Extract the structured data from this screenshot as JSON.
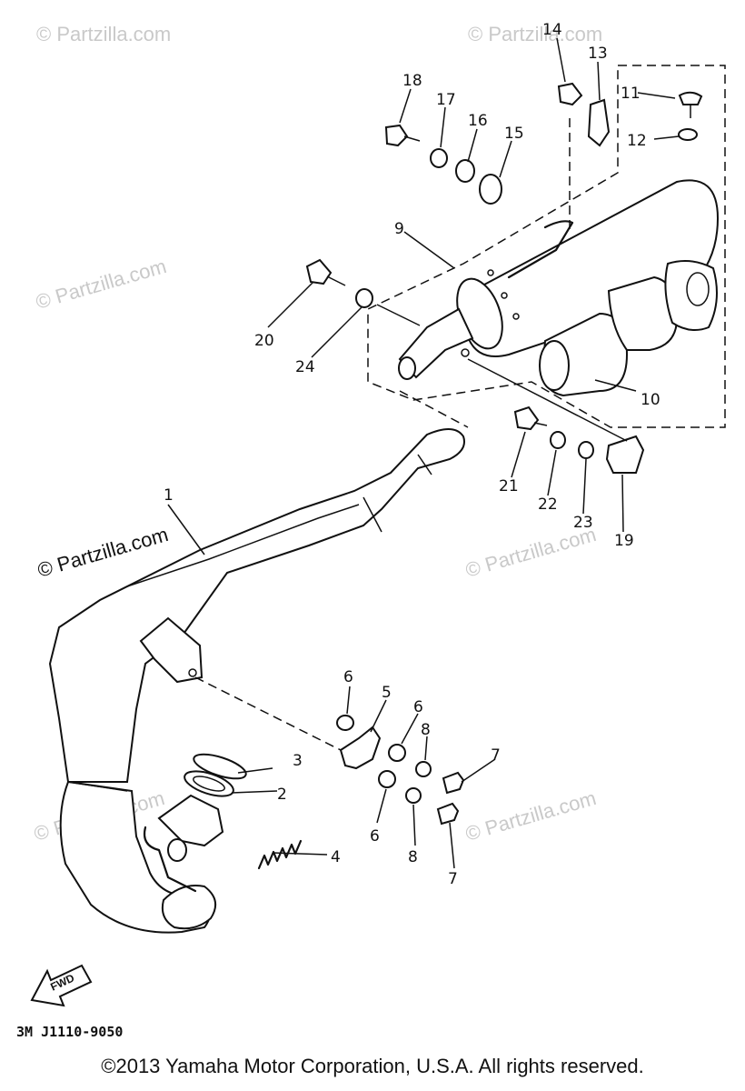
{
  "watermark": {
    "text": "© Partzilla.com"
  },
  "drawing_code": "3M J1110-9050",
  "fwd_label": "FWD",
  "copyright": "©2013 Yamaha Motor Corporation, U.S.A. All rights reserved.",
  "callouts": {
    "p1": "1",
    "p2": "2",
    "p3": "3",
    "p4": "4",
    "p5": "5",
    "p6a": "6",
    "p6b": "6",
    "p6c": "6",
    "p7a": "7",
    "p7b": "7",
    "p8a": "8",
    "p8b": "8",
    "p9": "9",
    "p10": "10",
    "p11": "11",
    "p12": "12",
    "p13": "13",
    "p14": "14",
    "p15": "15",
    "p16": "16",
    "p17": "17",
    "p18": "18",
    "p19": "19",
    "p20": "20",
    "p21": "21",
    "p22": "22",
    "p23": "23",
    "p24": "24"
  }
}
